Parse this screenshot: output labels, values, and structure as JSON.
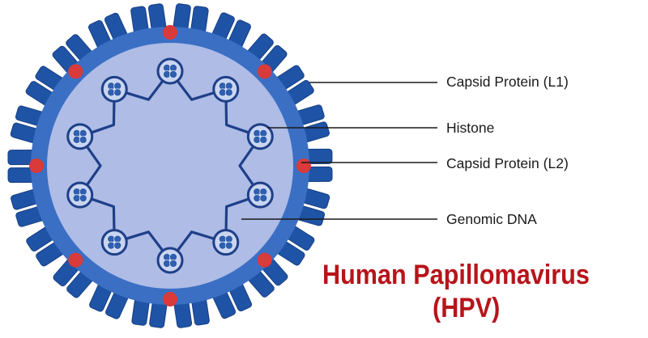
{
  "labels": [
    "Capsid Protein (L1)",
    "Histone",
    "Capsid Protein (L2)",
    "Genomic DNA"
  ],
  "title": {
    "line1": "Human Papillomavirus",
    "line2": "(HPV)"
  },
  "colors": {
    "capsid_outer": "#3b6fc4",
    "capsid_inner": "#aebce6",
    "capsomer": "#1f53a6",
    "capsomer_edge": "#173f82",
    "l2_protein": "#d93a3a",
    "dna": "#1e3f88",
    "histone": "#2f5fae",
    "leader_line": "#1a1a1a",
    "title": "#b7141a"
  },
  "icons": {
    "capsomer": "capsomer-icon",
    "l2": "l2-protein-icon",
    "nucleosome": "nucleosome-icon"
  }
}
